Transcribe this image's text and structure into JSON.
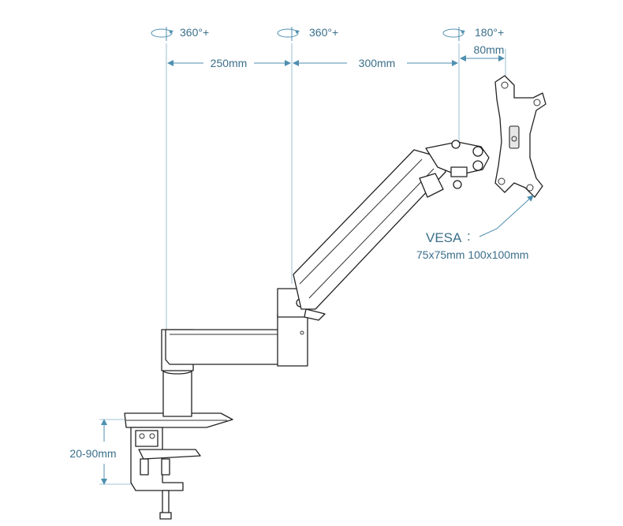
{
  "rotation_labels": {
    "pole": "360°+",
    "elbow": "360°+",
    "head": "180°+"
  },
  "dimensions": {
    "lower_arm": "250mm",
    "upper_arm": "300mm",
    "head_offset": "80mm",
    "clamp_range": "20-90mm"
  },
  "vesa": {
    "title": "VESA",
    "separator": ":",
    "sizes": "75x75mm  100x100mm"
  },
  "colors": {
    "annotation": "#3b6f8a",
    "dimension_line": "#4f8fb0",
    "outline": "#222222"
  }
}
